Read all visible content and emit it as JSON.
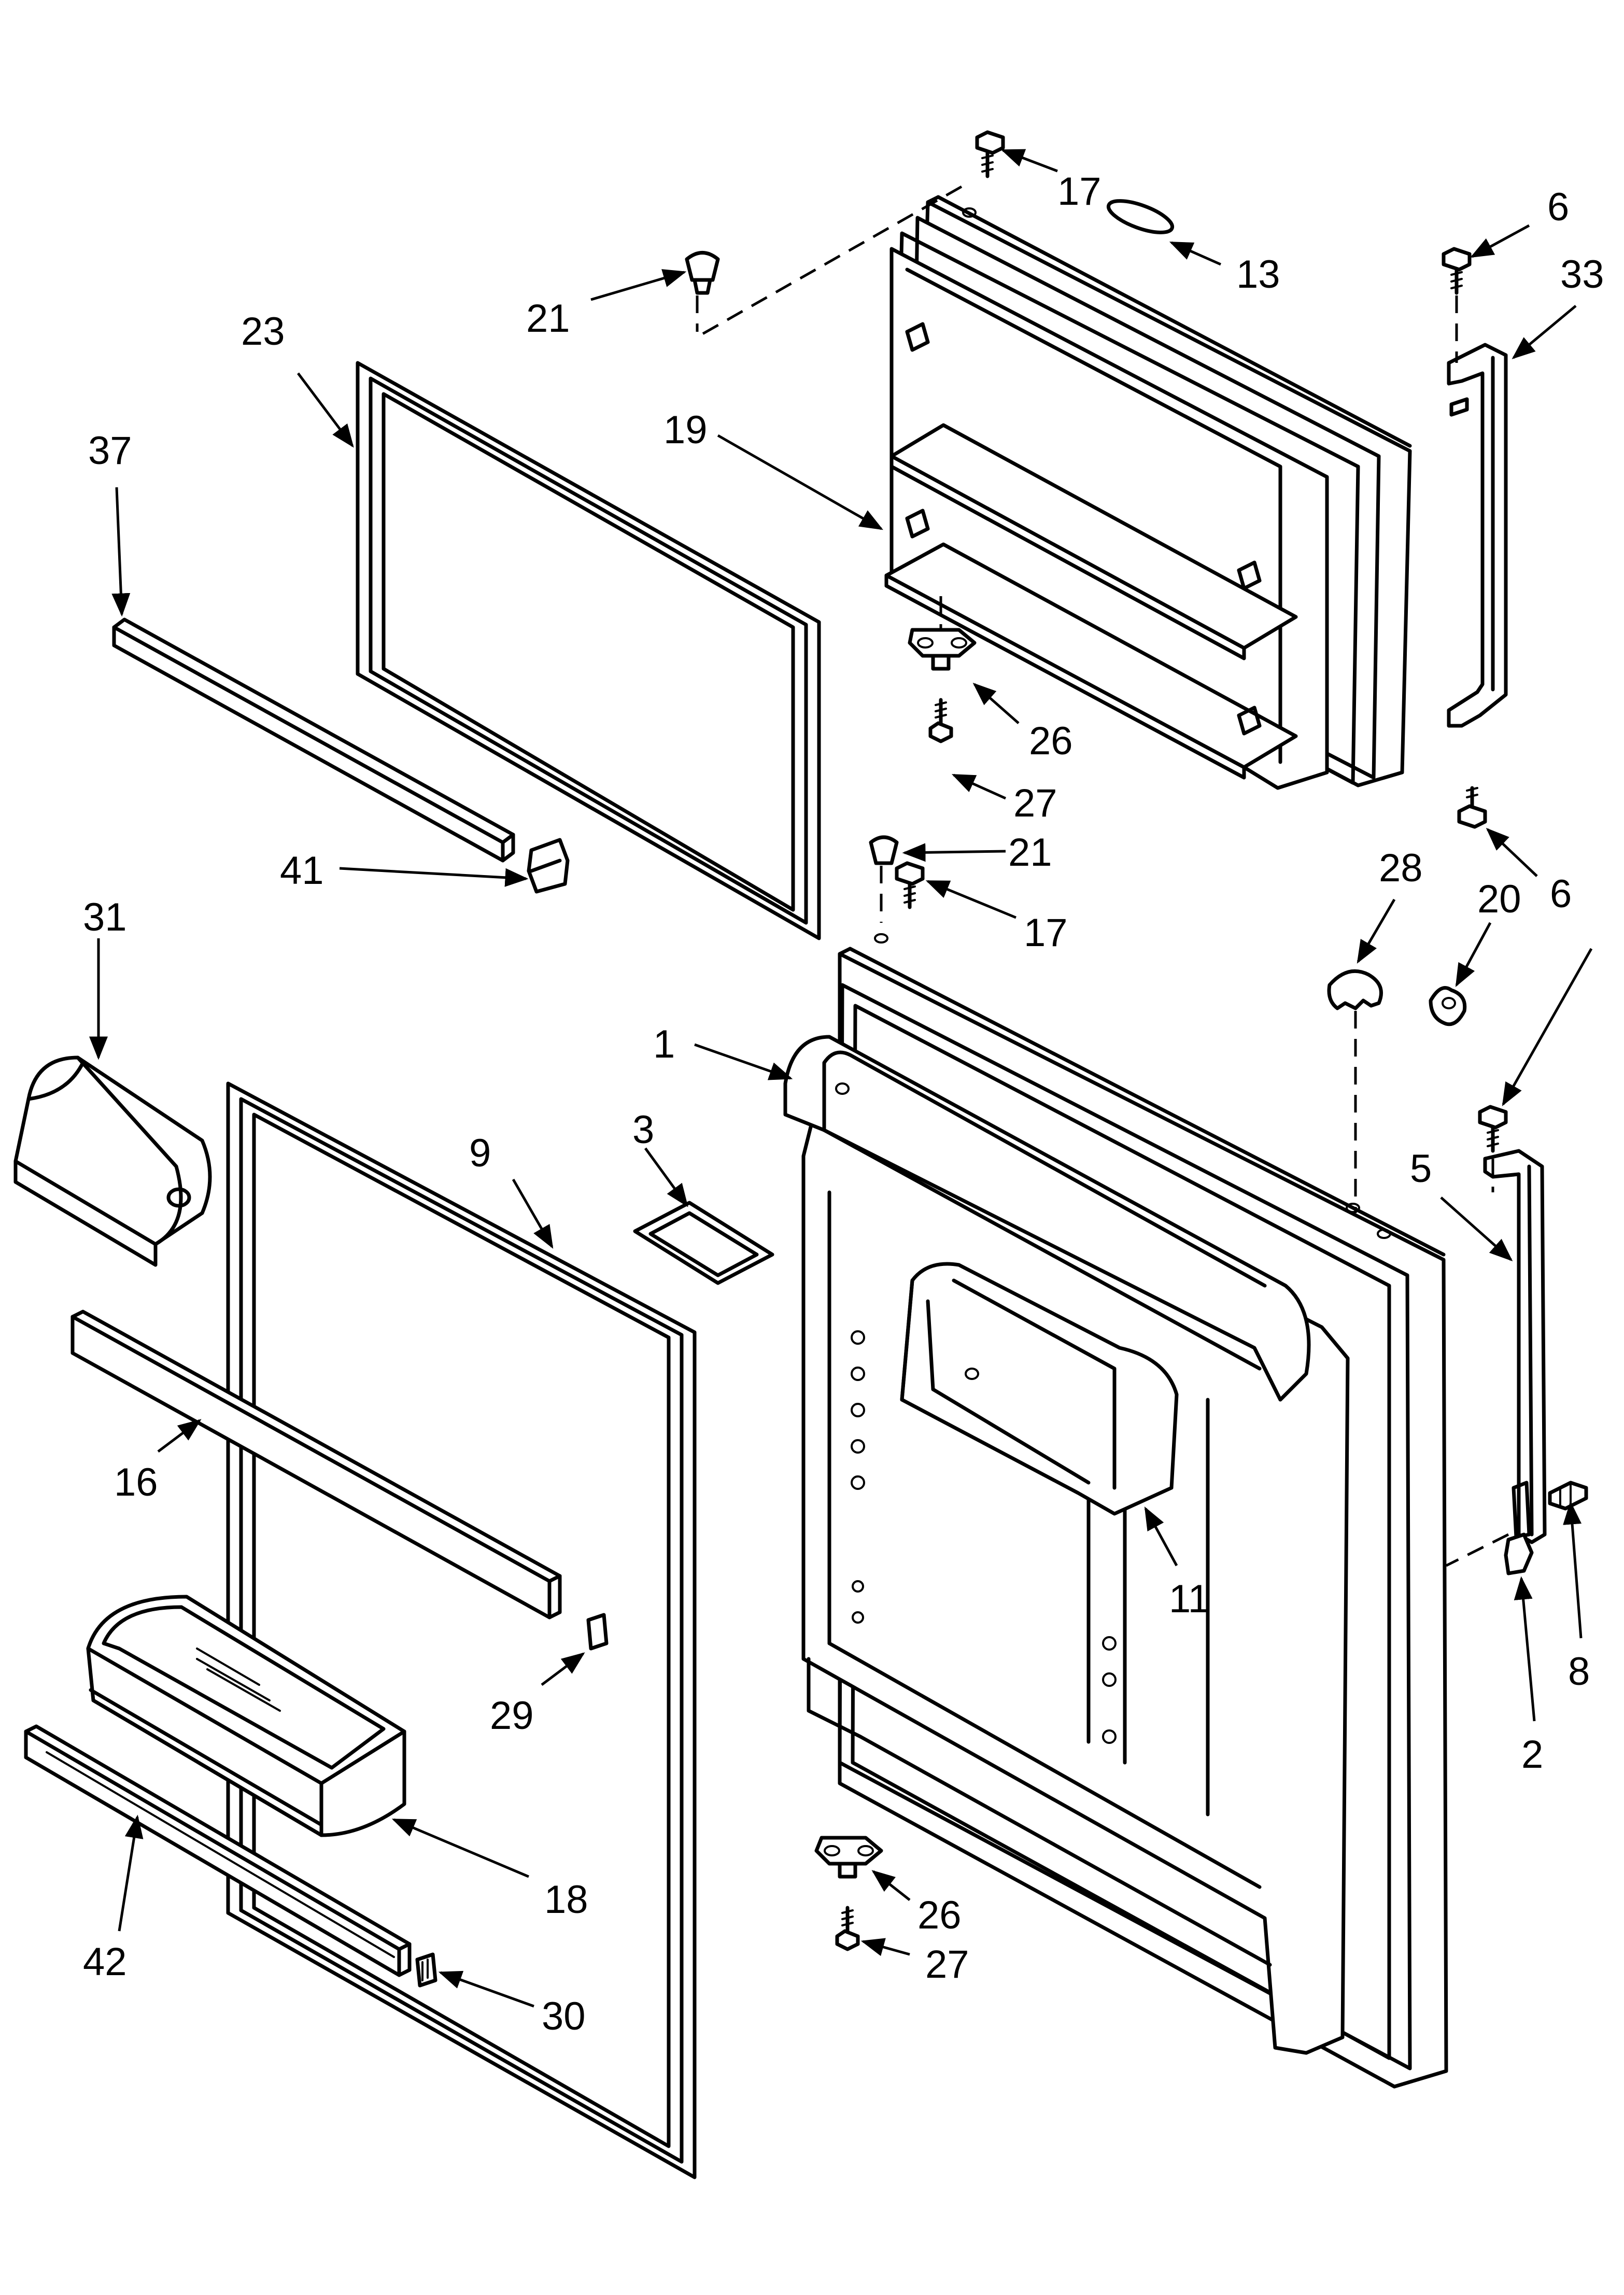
{
  "diagram": {
    "callouts": [
      {
        "id": "c17a",
        "label": "17"
      },
      {
        "id": "c13",
        "label": "13"
      },
      {
        "id": "c6a",
        "label": "6"
      },
      {
        "id": "c33",
        "label": "33"
      },
      {
        "id": "c21a",
        "label": "21"
      },
      {
        "id": "c23",
        "label": "23"
      },
      {
        "id": "c19",
        "label": "19"
      },
      {
        "id": "c37",
        "label": "37"
      },
      {
        "id": "c26a",
        "label": "26"
      },
      {
        "id": "c27a",
        "label": "27"
      },
      {
        "id": "c41",
        "label": "41"
      },
      {
        "id": "c21b",
        "label": "21"
      },
      {
        "id": "c17b",
        "label": "17"
      },
      {
        "id": "c28",
        "label": "28"
      },
      {
        "id": "c20",
        "label": "20"
      },
      {
        "id": "c6b",
        "label": "6"
      },
      {
        "id": "c31",
        "label": "31"
      },
      {
        "id": "c1",
        "label": "1"
      },
      {
        "id": "c9",
        "label": "9"
      },
      {
        "id": "c3",
        "label": "3"
      },
      {
        "id": "c5",
        "label": "5"
      },
      {
        "id": "c16",
        "label": "16"
      },
      {
        "id": "c11",
        "label": "11"
      },
      {
        "id": "c8",
        "label": "8"
      },
      {
        "id": "c29",
        "label": "29"
      },
      {
        "id": "c2",
        "label": "2"
      },
      {
        "id": "c18",
        "label": "18"
      },
      {
        "id": "c26b",
        "label": "26"
      },
      {
        "id": "c42",
        "label": "42"
      },
      {
        "id": "c27b",
        "label": "27"
      },
      {
        "id": "c30",
        "label": "30"
      }
    ]
  }
}
